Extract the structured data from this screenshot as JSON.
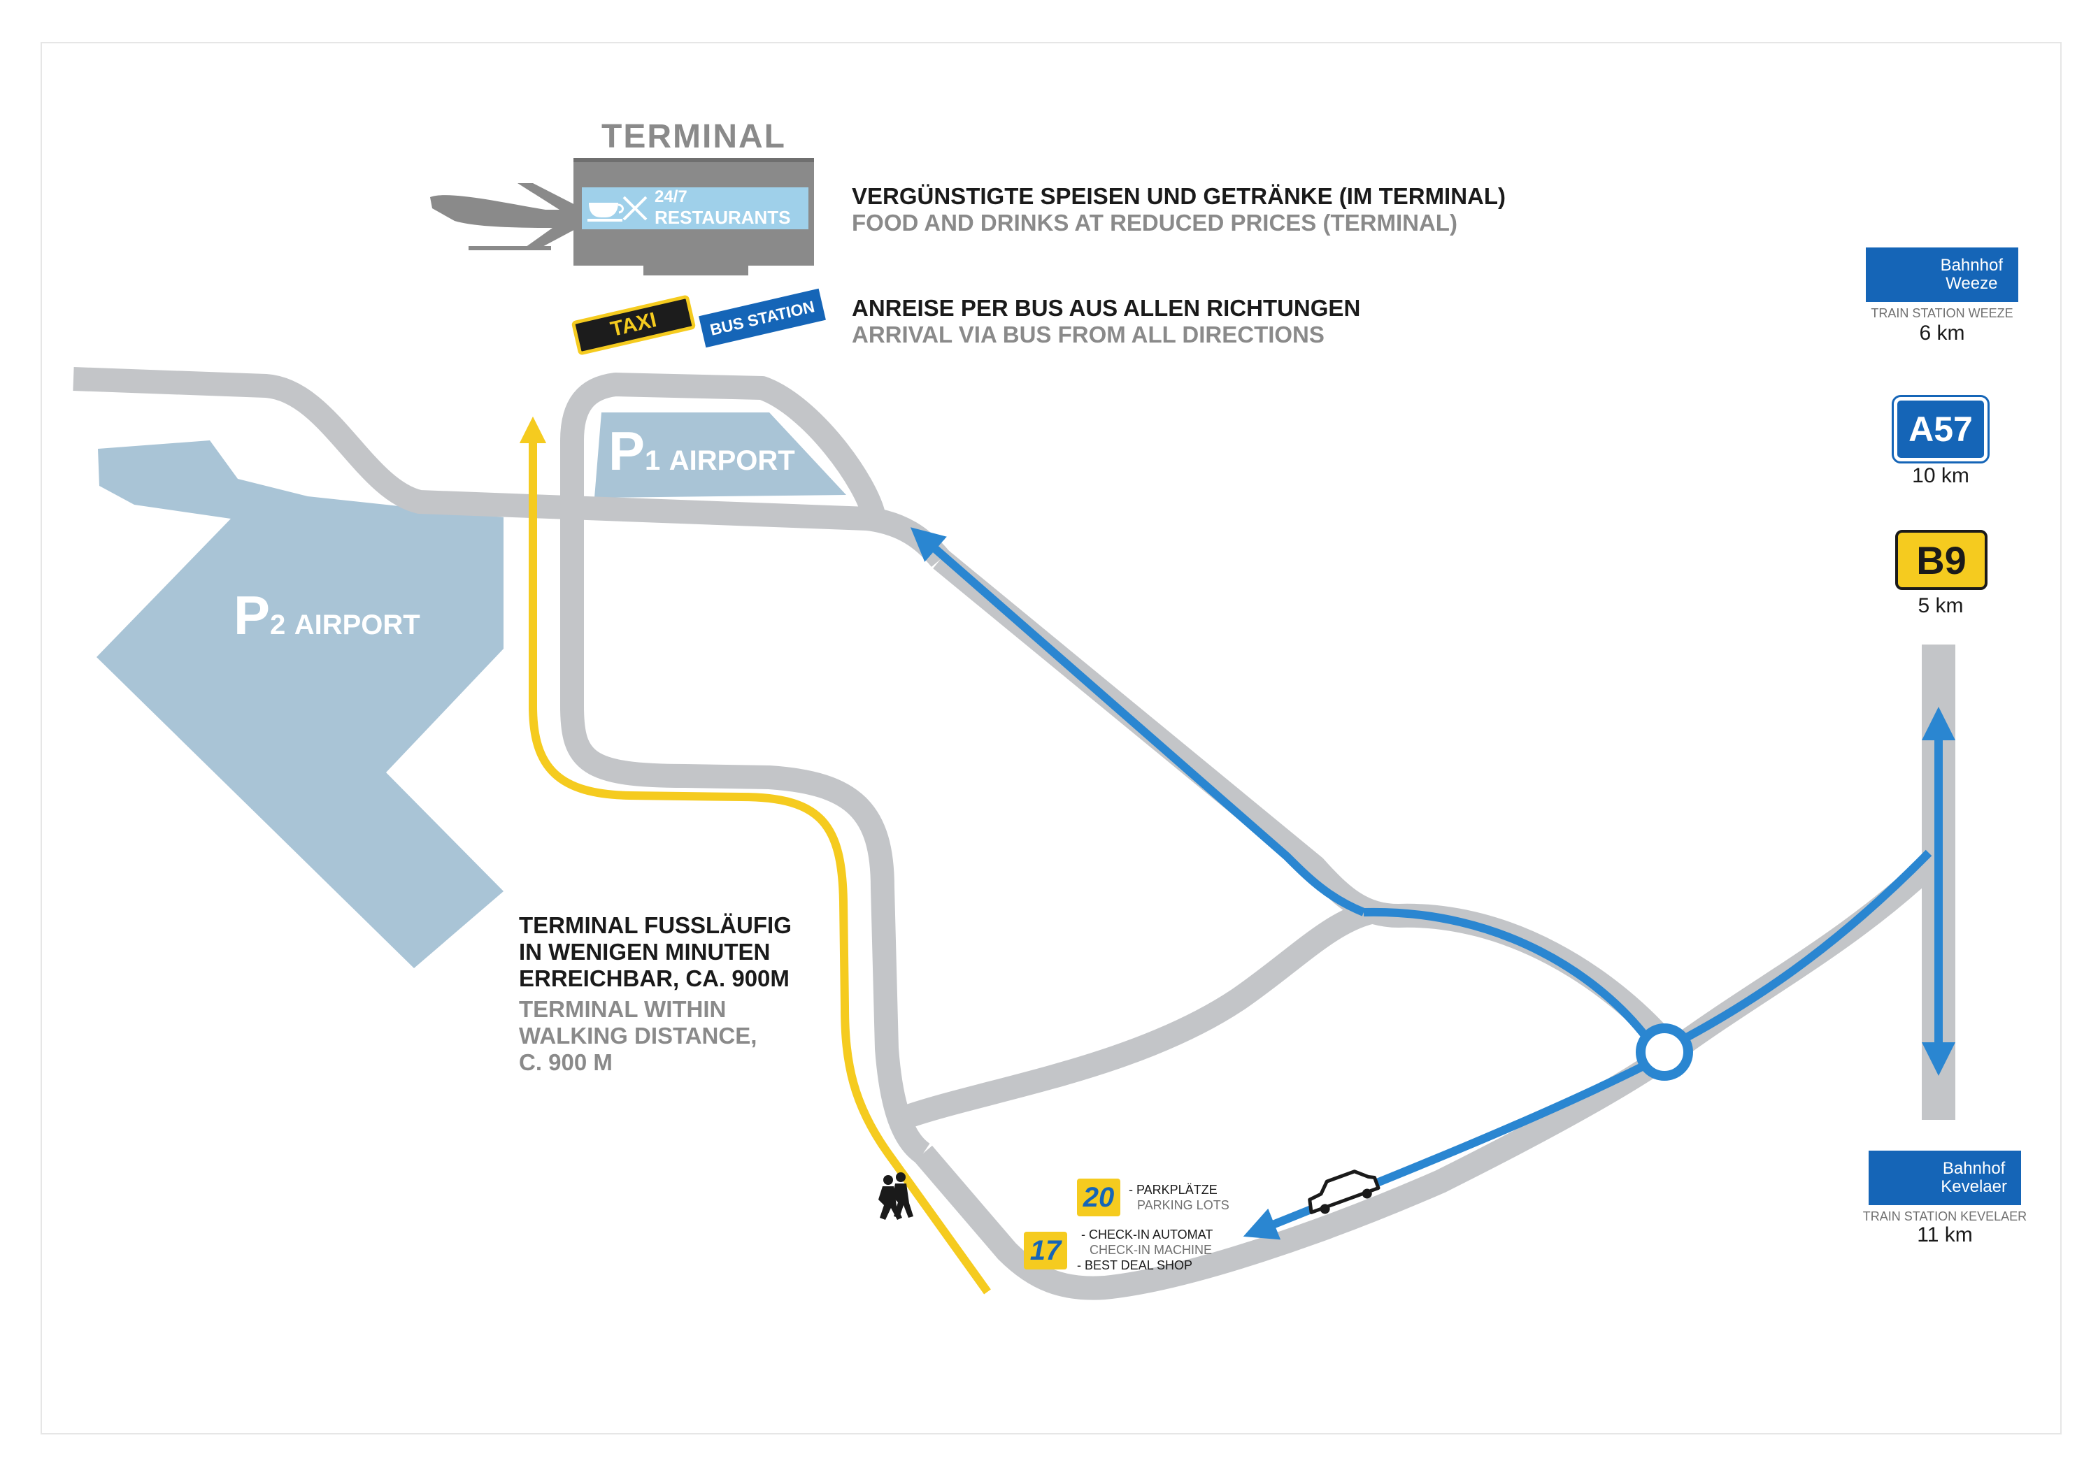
{
  "terminal": {
    "title": "TERMINAL",
    "restaurant_hours": "24/7",
    "restaurant_label": "RESTAURANTS"
  },
  "info": {
    "food_de": "VERGÜNSTIGTE SPEISEN UND GETRÄNKE (IM TERMINAL)",
    "food_en": "FOOD AND DRINKS AT REDUCED PRICES (TERMINAL)",
    "bus_de": "ANREISE PER BUS AUS ALLEN RICHTUNGEN",
    "bus_en": "ARRIVAL VIA BUS FROM ALL DIRECTIONS"
  },
  "taxi_label": "TAXI",
  "bus_station_label": "BUS STATION",
  "parking": {
    "p1_letter": "P",
    "p1_number": "1",
    "p1_label": "AIRPORT",
    "p2_letter": "P",
    "p2_number": "2",
    "p2_label": "AIRPORT"
  },
  "walking": {
    "de_line1": "TERMINAL FUSSLÄUFIG",
    "de_line2": "IN WENIGEN MINUTEN",
    "de_line3": "ERREICHBAR, CA. 900M",
    "en_line1": "TERMINAL WITHIN",
    "en_line2": "WALKING DISTANCE,",
    "en_line3": "C. 900 M"
  },
  "bus_stops": [
    {
      "number": "20",
      "line1_de": "- PARKPLÄTZE",
      "line1_en": "PARKING LOTS"
    },
    {
      "number": "17",
      "line1_de": "- CHECK-IN AUTOMAT",
      "line1_en": "CHECK-IN MACHINE",
      "line2": "- BEST DEAL SHOP"
    }
  ],
  "destinations": {
    "weeze": {
      "name_line1": "Bahnhof",
      "name_line2": "Weeze",
      "caption": "TRAIN STATION WEEZE",
      "distance": "6 km"
    },
    "a57": {
      "label": "A57",
      "distance": "10 km"
    },
    "b9": {
      "label": "B9",
      "distance": "5 km"
    },
    "kevelaer": {
      "name_line1": "Bahnhof",
      "name_line2": "Kevelaer",
      "caption": "TRAIN STATION KEVELAER",
      "distance": "11 km"
    }
  },
  "colors": {
    "road": "#c3c5c8",
    "parking": "#a9c4d6",
    "bus_route": "#2a86d1",
    "walk_route": "#f5cb1f",
    "sign_blue": "#1565b7",
    "terminal": "#8a8a8a",
    "restaurant": "#9fd0ea"
  },
  "icons": [
    "airplane-icon",
    "cup-icon",
    "cutlery-icon",
    "train-icon",
    "pedestrians-icon",
    "car-icon",
    "roundabout-icon"
  ]
}
